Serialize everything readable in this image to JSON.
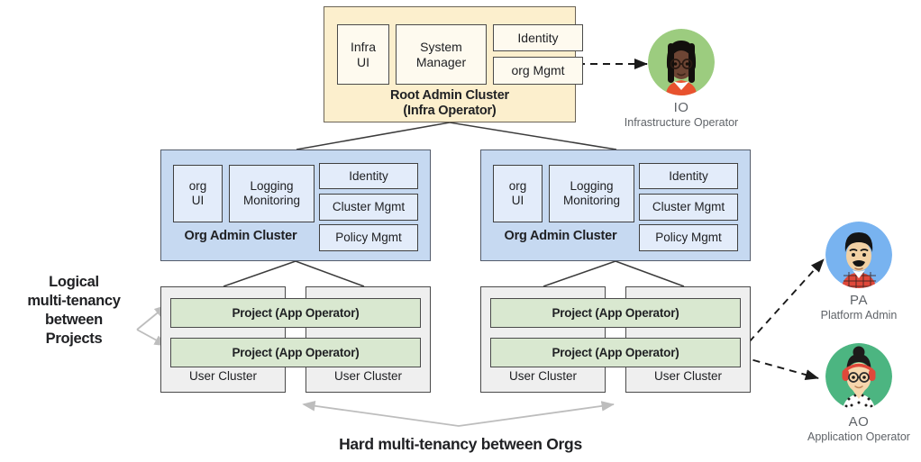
{
  "diagram": {
    "root_cluster": {
      "title_line1": "Root Admin Cluster",
      "title_line2": "(Infra Operator)",
      "fill": "#fcefcd",
      "modules": [
        {
          "name": "infra-ui",
          "label": "Infra\nUI"
        },
        {
          "name": "system-manager",
          "label": "System\nManager"
        },
        {
          "name": "identity",
          "label": "Identity"
        },
        {
          "name": "org-mgmt",
          "label": "org Mgmt"
        }
      ]
    },
    "org_clusters": [
      {
        "id": "left",
        "title": "Org Admin Cluster",
        "fill": "#c6d9f1",
        "modules": {
          "ui": "org\nUI",
          "logging_monitoring": "Logging\nMonitoring",
          "identity": "Identity",
          "cluster_mgmt": "Cluster Mgmt",
          "policy_mgmt": "Policy Mgmt"
        },
        "user_clusters": [
          {
            "label": "User Cluster"
          },
          {
            "label": "User Cluster"
          }
        ],
        "projects": [
          {
            "label": "Project (App Operator)"
          },
          {
            "label": "Project (App Operator)"
          }
        ]
      },
      {
        "id": "right",
        "title": "Org Admin Cluster",
        "fill": "#c6d9f1",
        "modules": {
          "ui": "org\nUI",
          "logging_monitoring": "Logging\nMonitoring",
          "identity": "Identity",
          "cluster_mgmt": "Cluster Mgmt",
          "policy_mgmt": "Policy Mgmt"
        },
        "user_clusters": [
          {
            "label": "User Cluster"
          },
          {
            "label": "User Cluster"
          }
        ],
        "projects": [
          {
            "label": "Project (App Operator)"
          },
          {
            "label": "Project  (App Operator)"
          }
        ]
      }
    ],
    "annotations": {
      "logical_tenancy": "Logical\nmulti-tenancy\nbetween\nProjects",
      "hard_tenancy": "Hard multi-tenancy between Orgs"
    },
    "personas": [
      {
        "id": "io",
        "initials": "IO",
        "role": "Infrastructure Operator",
        "circle_color": "#9ccc7f",
        "skin": "#6d4534",
        "hair": "#120f0d",
        "shirt": "#e8522e",
        "accessory": "glasses"
      },
      {
        "id": "pa",
        "initials": "PA",
        "role": "Platform Admin",
        "circle_color": "#78b3f0",
        "skin": "#f2d1a4",
        "hair": "#141414",
        "shirt": "#e0483a",
        "accessory": "mustache"
      },
      {
        "id": "ao",
        "initials": "AO",
        "role": "Application Operator",
        "circle_color": "#4cb581",
        "skin": "#f6d7ad",
        "hair": "#1d1b1a",
        "shirt": "#ffffff",
        "accessory": "headphones-glasses"
      }
    ],
    "edge_colors": {
      "hierarchy": "#3c3c3c",
      "dashed_persona": "#1a1a1a",
      "annotation_arrow": "#bdbdbd"
    }
  }
}
